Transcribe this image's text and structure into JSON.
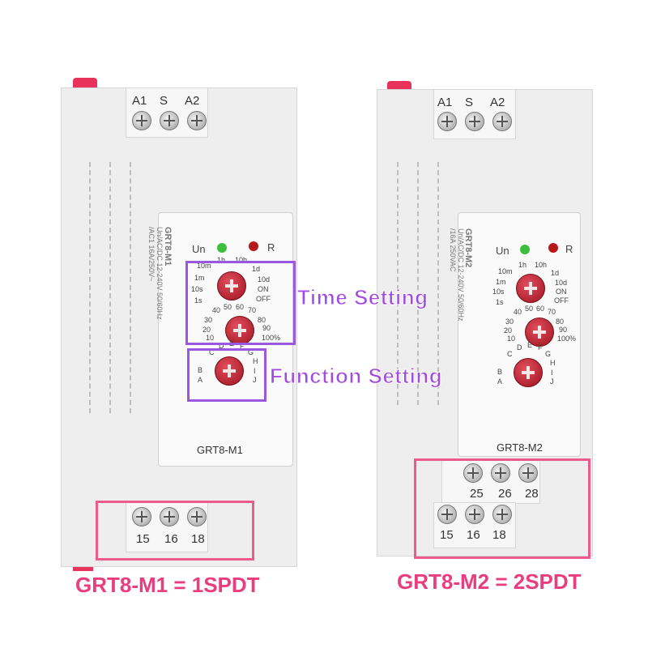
{
  "colors": {
    "accent_purple": "#9a58e0",
    "accent_pink": "#ef5a8e",
    "relay_red": "#e8325a",
    "knob_red": "#b5192a",
    "led_green": "#3cbf3c",
    "led_red": "#b51a1a"
  },
  "left_relay": {
    "top_terminals": [
      "A1",
      "S",
      "A2"
    ],
    "led_labels": [
      "Un",
      "R"
    ],
    "model_vertical": "GRT8-M1",
    "spec_vertical": "Un/AC/DC 12-240V 50/60Hz",
    "spec_vertical_2": "/AC1 16A/250V~",
    "time_range_labels": [
      "10m",
      "1h",
      "10h",
      "1m",
      "1d",
      "10s",
      "10d",
      "1s",
      "ON",
      "OFF"
    ],
    "percent_labels": [
      "40",
      "50",
      "60",
      "70",
      "30",
      "80",
      "20",
      "90",
      "10",
      "100%"
    ],
    "function_labels": [
      "C",
      "D",
      "E",
      "F",
      "G",
      "H",
      "B",
      "I",
      "A",
      "J"
    ],
    "front_model": "GRT8-M1",
    "bottom_terminals": [
      "15",
      "16",
      "18"
    ]
  },
  "right_relay": {
    "top_terminals": [
      "A1",
      "S",
      "A2"
    ],
    "led_labels": [
      "Un",
      "R"
    ],
    "model_vertical": "GRT8-M2",
    "spec_vertical": "Un/AC/DC 12-240V 50/60Hz",
    "spec_vertical_2": "/16A 250VAC",
    "time_range_labels": [
      "10m",
      "1h",
      "10h",
      "1m",
      "1d",
      "10s",
      "10d",
      "1s",
      "ON",
      "OFF"
    ],
    "percent_labels": [
      "40",
      "50",
      "60",
      "70",
      "30",
      "80",
      "20",
      "90",
      "10",
      "100%"
    ],
    "function_labels": [
      "C",
      "D",
      "E",
      "F",
      "G",
      "H",
      "B",
      "I",
      "A",
      "J"
    ],
    "front_model": "GRT8-M2",
    "mid_terminals": [
      "25",
      "26",
      "28"
    ],
    "bottom_terminals": [
      "15",
      "16",
      "18"
    ]
  },
  "callouts": {
    "time_setting": "Time Setting",
    "function_setting": "Function Setting"
  },
  "captions": {
    "left": "GRT8-M1 = 1SPDT",
    "right": "GRT8-M2 = 2SPDT"
  }
}
